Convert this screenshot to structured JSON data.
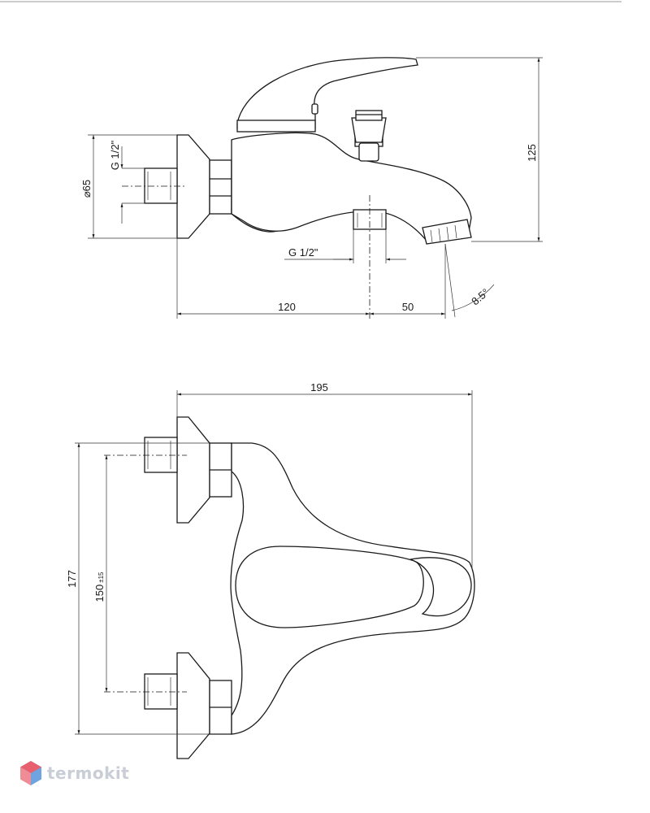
{
  "dimensions": {
    "side": {
      "thread_left": "G 1/2\"",
      "diameter": "65",
      "height": "125",
      "thread_bottom": "G 1/2\"",
      "span_left": "120",
      "span_right": "50",
      "angle": "8.5°"
    },
    "top": {
      "width": "195",
      "overall_height": "177",
      "center_distance": "150",
      "center_tolerance": "±15"
    }
  },
  "brand": {
    "name": "termokit",
    "colors": {
      "logo_primary": "#e8606e",
      "logo_secondary": "#6fa4e0",
      "text": "#c9ced6"
    }
  }
}
